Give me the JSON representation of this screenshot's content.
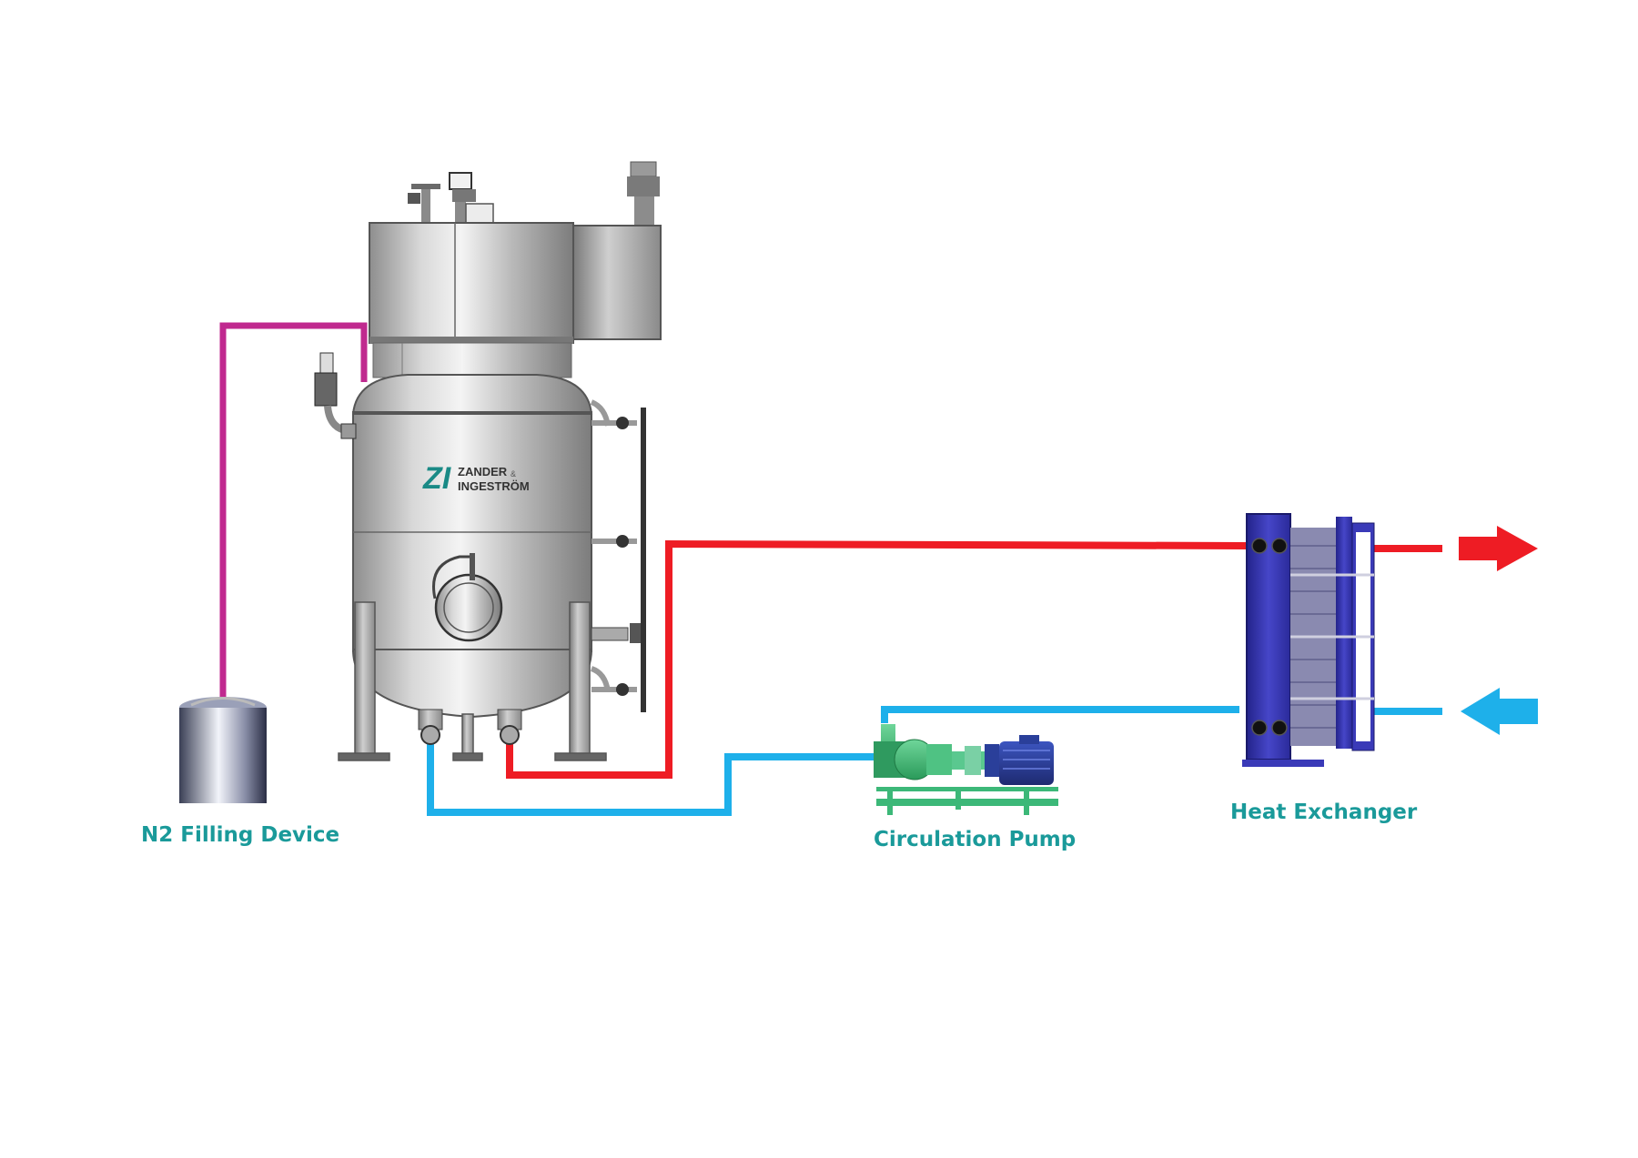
{
  "labels": {
    "n2_filling_device": "N2 Filling Device",
    "circulation_pump": "Circulation Pump",
    "heat_exchanger": "Heat Exchanger"
  },
  "logo": {
    "mark": "ZI",
    "line1": "ZANDER",
    "ampersand": "&",
    "line2": "INGESTRÖM"
  },
  "colors": {
    "label": "#1a9a9a",
    "hot_pipe": "#ee1c24",
    "cold_pipe": "#1eb0ea",
    "n2_pipe": "#c0298f",
    "heat_exchanger": "#3a3ab8",
    "pump_body": "#3cb878",
    "pump_motor": "#2a3f9a",
    "vessel": "#c4c4c4"
  }
}
